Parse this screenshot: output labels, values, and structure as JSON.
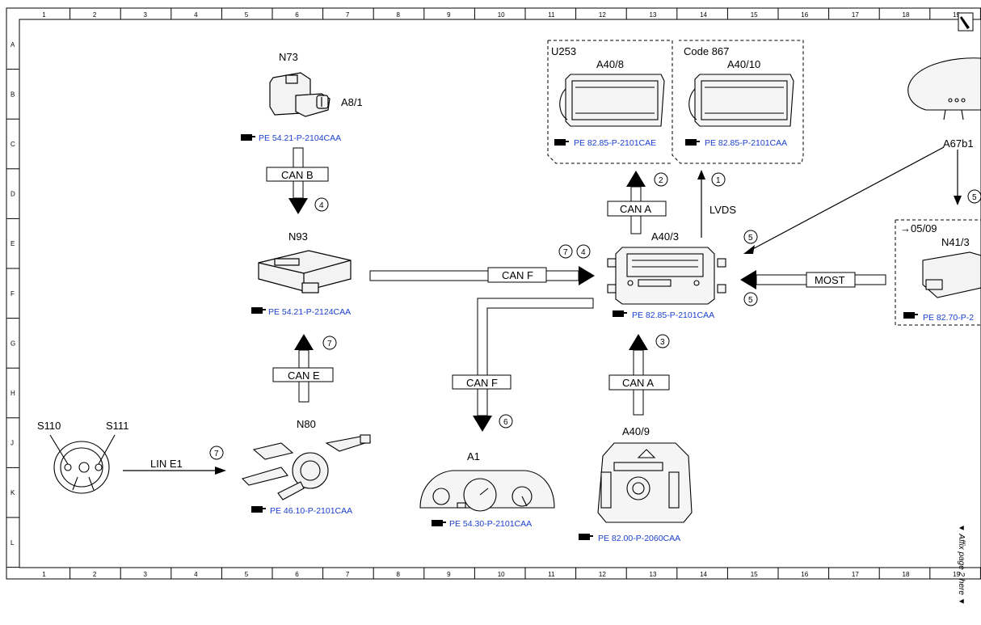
{
  "grid": {
    "columns": [
      "1",
      "2",
      "3",
      "4",
      "5",
      "6",
      "7",
      "8",
      "9",
      "10",
      "11",
      "12",
      "13",
      "14",
      "15",
      "16",
      "17",
      "18",
      "19"
    ],
    "rows": [
      "A",
      "B",
      "C",
      "D",
      "E",
      "F",
      "G",
      "H",
      "J",
      "K",
      "L"
    ]
  },
  "components": {
    "n73": {
      "name": "N73",
      "sub": "A8/1",
      "ref": "PE 54.21-P-2104CAA"
    },
    "n93": {
      "name": "N93",
      "ref": "PE 54.21-P-2124CAA"
    },
    "n80": {
      "name": "N80",
      "ref": "PE 46.10-P-2101CAA"
    },
    "a1": {
      "name": "A1",
      "ref": "PE 54.30-P-2101CAA"
    },
    "a409": {
      "name": "A40/9",
      "ref": "PE 82.00-P-2060CAA"
    },
    "a403": {
      "name": "A40/3",
      "ref": "PE 82.85-P-2101CAA"
    },
    "a408": {
      "name": "A40/8",
      "group": "U253",
      "ref": "PE 82.85-P-2101CAE"
    },
    "a4010": {
      "name": "A40/10",
      "group": "Code 867",
      "ref": "PE 82.85-P-2101CAA"
    },
    "a67b1": {
      "name": "A67b1"
    },
    "n413": {
      "name": "N41/3",
      "group": "→05/09",
      "ref": "PE 82.70-P-2"
    },
    "s110": {
      "name": "S110"
    },
    "s111": {
      "name": "S111"
    }
  },
  "buses": {
    "can_b": "CAN B",
    "can_e": "CAN E",
    "can_f_top": "CAN F",
    "can_f_down": "CAN F",
    "can_a_top": "CAN A",
    "can_a_bottom": "CAN A",
    "lvds": "LVDS",
    "most": "MOST",
    "lin": "LIN E1"
  },
  "callouts": {
    "c_n73_n93": "4",
    "c_n80_n93": "7",
    "c_canf_left": "7",
    "c_canf_right": "4",
    "c_canf_down": "6",
    "c_cana_top": "2",
    "c_lvds": "1",
    "c_cana_bottom": "3",
    "c_a67_top": "5",
    "c_most": "5",
    "c_a67_down": "5",
    "c_lin": "7"
  },
  "side_note": "▼ Affix page 2 here ▼",
  "ref_icon": "pointing-hand-icon",
  "colors": {
    "reference_link": "#1a3fcf",
    "line": "#000000"
  }
}
